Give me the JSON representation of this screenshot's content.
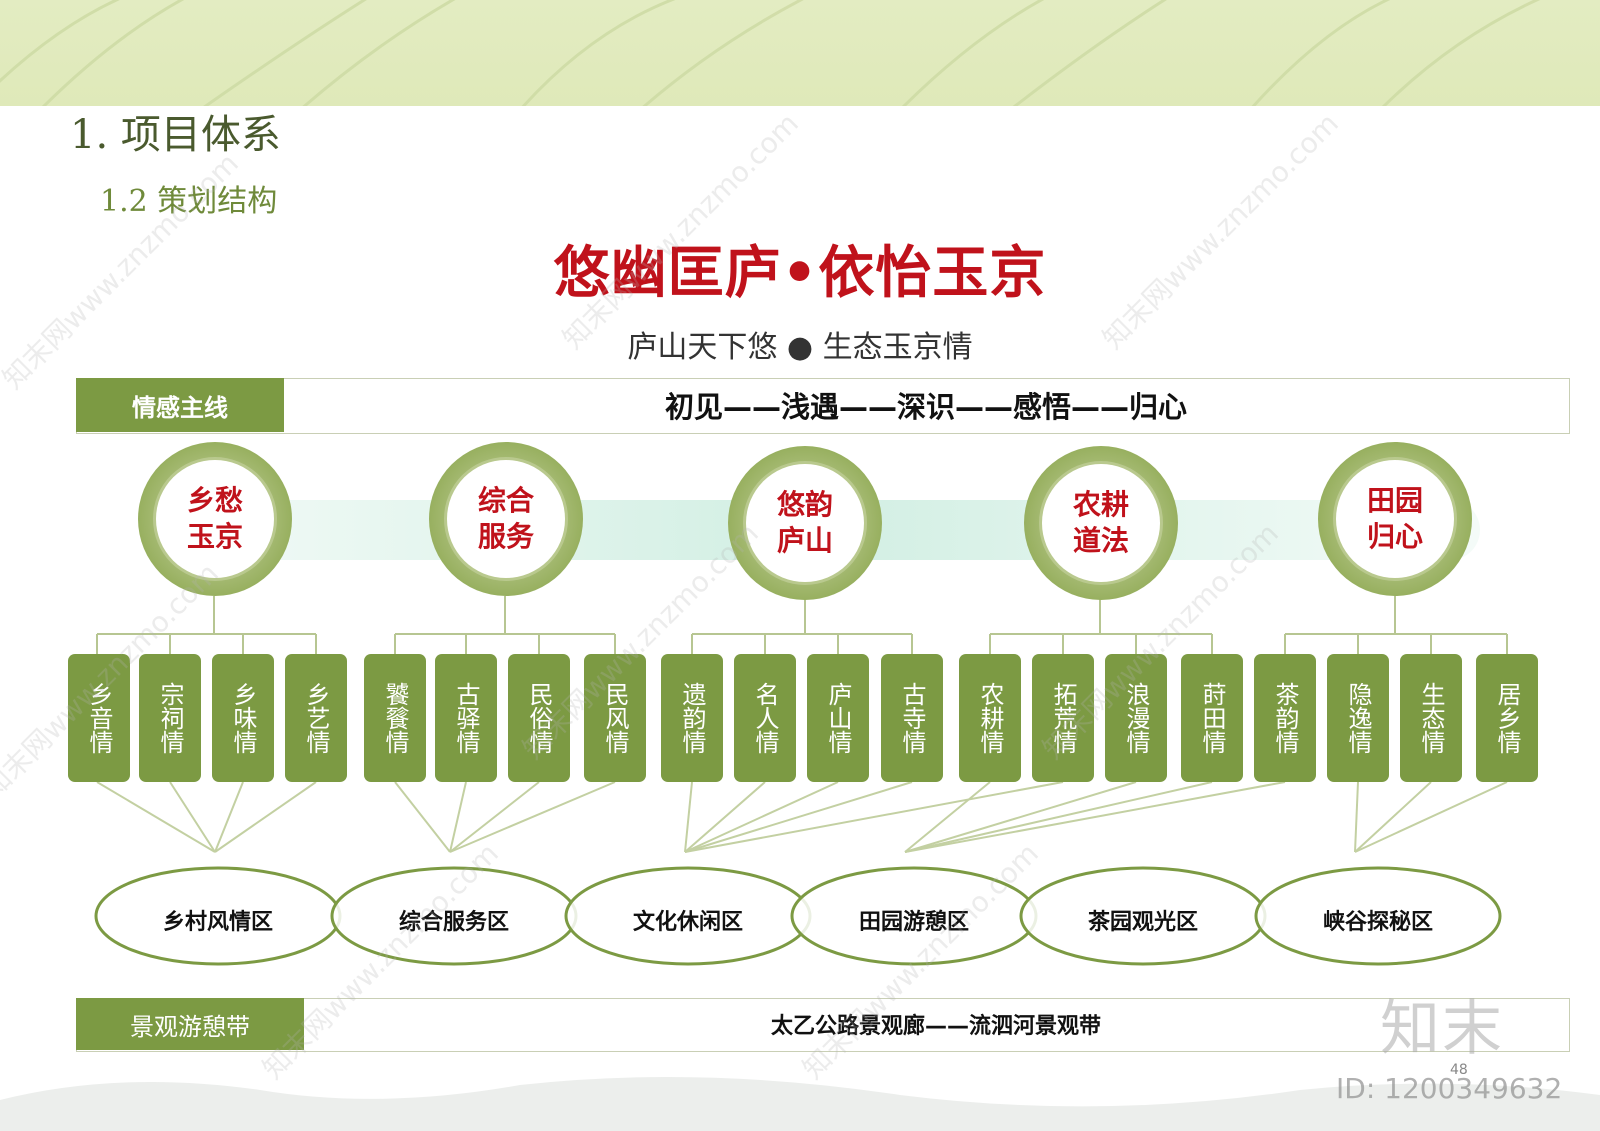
{
  "heading": "1. 项目体系",
  "subheading": "1.2 策划结构",
  "main_title": "悠幽匡庐•依怡玉京",
  "subtitle": "庐山天下悠 ● 生态玉京情",
  "emotion_line": {
    "label": "情感主线",
    "text": "初见——浅遇——深识——感悟——归心"
  },
  "themes": [
    {
      "line1": "乡愁",
      "line2": "玉京",
      "items": [
        "乡音情",
        "宗祠情",
        "乡味情",
        "乡艺情"
      ]
    },
    {
      "line1": "综合",
      "line2": "服务",
      "items": [
        "饕餮情",
        "古驿情",
        "民俗情",
        "民风情"
      ]
    },
    {
      "line1": "悠韵",
      "line2": "庐山",
      "items": [
        "遗韵情",
        "名人情",
        "庐山情",
        "古寺情"
      ]
    },
    {
      "line1": "农耕",
      "line2": "道法",
      "items": [
        "农耕情",
        "拓荒情",
        "浪漫情",
        "莳田情"
      ]
    },
    {
      "line1": "田园",
      "line2": "归心",
      "items": [
        "茶韵情",
        "隐逸情",
        "生态情",
        "居乡情"
      ]
    }
  ],
  "zones": [
    "乡村风情区",
    "综合服务区",
    "文化休闲区",
    "田园游憩区",
    "茶园观光区",
    "峡谷探秘区"
  ],
  "landscape_belt": {
    "label": "景观游憩带",
    "text": "太乙公路景观廊——流泗河景观带"
  },
  "page_number": "48",
  "watermark": {
    "logo": "知末",
    "id": "ID: 1200349632",
    "diagonal": "知末网www.znzmo.com"
  },
  "colors": {
    "accent_green": "#7c9a43",
    "title_red": "#c0121b",
    "band_green": "#e3ecc2"
  }
}
